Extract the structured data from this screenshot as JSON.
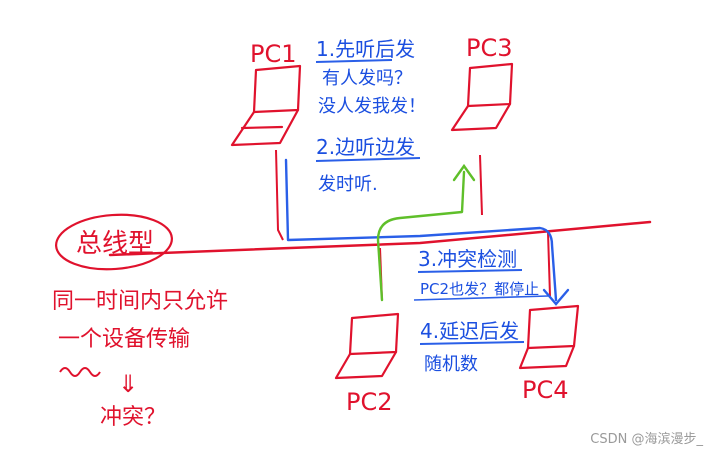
{
  "labels": {
    "pc1": "PC1",
    "pc2": "PC2",
    "pc3": "PC3",
    "pc4": "PC4",
    "bus_circle": "总线型",
    "bus_note_1": "同一时间内只允许",
    "bus_note_2": "一个设备传输",
    "arrow_down": "⇓",
    "conflict": "冲突？"
  },
  "steps": {
    "step1_title": "1.先听后发",
    "step1_line1": "有人发吗？",
    "step1_line2": "没人发我发！",
    "step2_title": "2.边听边发",
    "step2_line1": "发时听.",
    "step3_title": "3.冲突检测",
    "step3_line1": "PC2也发？都停止",
    "step4_title": "4.延迟后发",
    "step4_line1": "随机数"
  },
  "watermark": "CSDN @海滨漫步_",
  "colors": {
    "red": "#e0122d",
    "blue": "#1b4fe0",
    "green": "#5fbf2a"
  }
}
